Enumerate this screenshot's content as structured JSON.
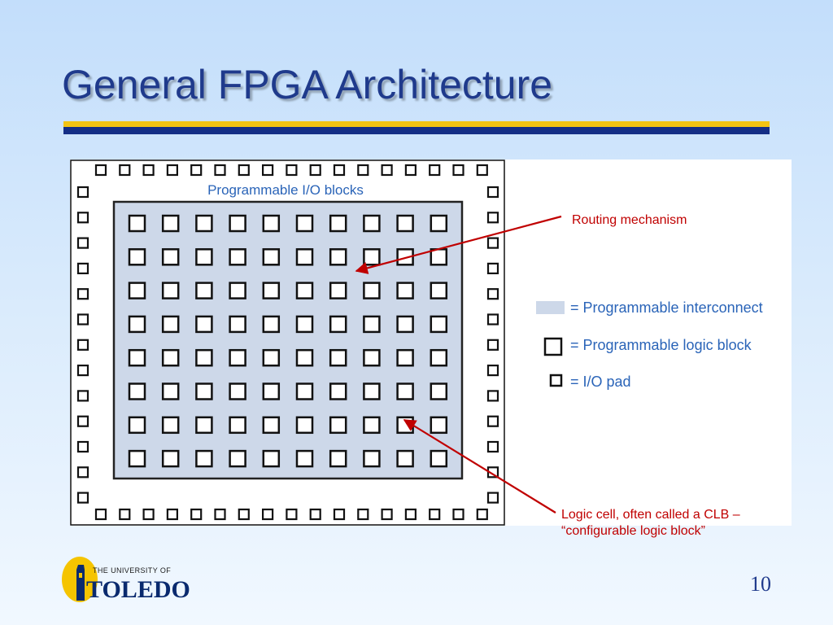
{
  "slide": {
    "title": "General FPGA Architecture",
    "page_number": "10"
  },
  "diagram": {
    "io_label": "Programmable I/O blocks",
    "grid_rows": 8,
    "grid_cols": 10,
    "io_pads_per_side_horizontal": 17,
    "io_pads_per_side_vertical": 13,
    "legend": [
      {
        "symbol": "shaded-box",
        "text": "= Programmable interconnect"
      },
      {
        "symbol": "large-square",
        "text": "= Programmable logic block"
      },
      {
        "symbol": "small-square",
        "text": "= I/O pad"
      }
    ]
  },
  "annotations": {
    "routing": "Routing mechanism",
    "logic_cell_line1": "Logic cell, often called a CLB –",
    "logic_cell_line2": "“configurable logic block”"
  },
  "logo": {
    "small_text": "THE UNIVERSITY OF",
    "big_text": "TOLEDO"
  },
  "colors": {
    "title": "#1f3a8c",
    "rule_yellow": "#f2c313",
    "rule_blue": "#142e86",
    "interconnect_fill": "#cdd8e9",
    "annotation_red": "#c00000",
    "io_label": "#2a64b8"
  }
}
